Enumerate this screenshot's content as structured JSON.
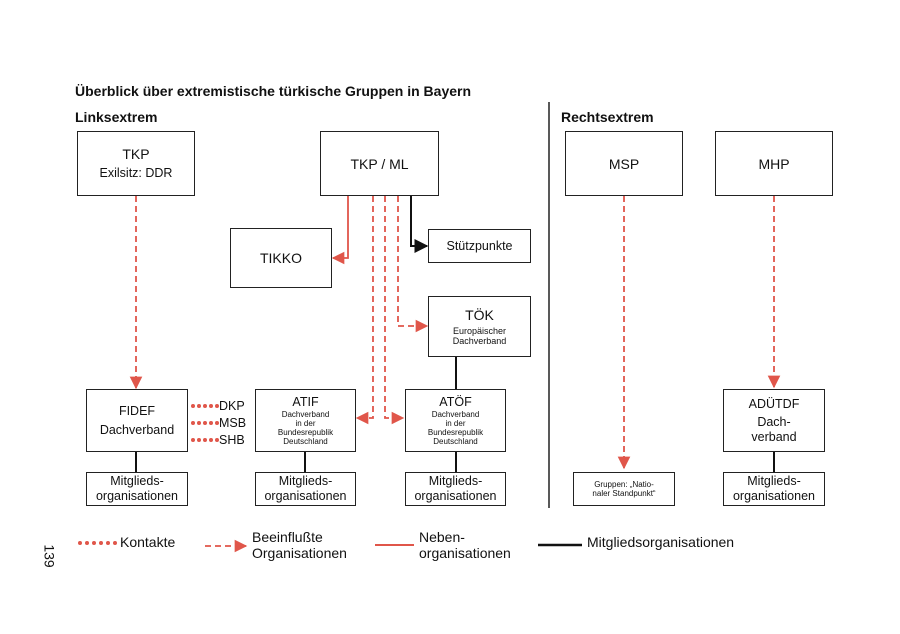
{
  "title": "Überblick über extremistische türkische Gruppen in Bayern",
  "page_number": "139",
  "sections": {
    "left": "Linksextrem",
    "right": "Rechtsextrem"
  },
  "nodes": {
    "tkp": {
      "label": "TKP",
      "sub": "Exilsitz: DDR"
    },
    "tkpml": {
      "label": "TKP / ML"
    },
    "tikko": {
      "label": "TIKKO"
    },
    "stuetz": {
      "label": "Stützpunkte"
    },
    "toek": {
      "label": "TÖK",
      "sub1": "Europäischer",
      "sub2": "Dachverband"
    },
    "fidef": {
      "label": "FIDEF",
      "sub": "Dachverband"
    },
    "atif": {
      "label": "ATIF",
      "sub1": "Dachverband",
      "sub2": "in der",
      "sub3": "Bundesrepublik",
      "sub4": "Deutschland"
    },
    "atoef": {
      "label": "ATÖF",
      "sub1": "Dachverband",
      "sub2": "in der",
      "sub3": "Bundesrepublik",
      "sub4": "Deutschland"
    },
    "msp": {
      "label": "MSP"
    },
    "mhp": {
      "label": "MHP"
    },
    "aduetdf": {
      "label": "ADÜTDF",
      "sub1": "Dach-",
      "sub2": "verband"
    },
    "gruppen": {
      "line1": "Gruppen: „Natio-",
      "line2": "naler Standpunkt“"
    },
    "mitglied1": {
      "line1": "Mitglieds-",
      "line2": "organisationen"
    },
    "mitglied2": {
      "line1": "Mitglieds-",
      "line2": "organisationen"
    },
    "mitglied3": {
      "line1": "Mitglieds-",
      "line2": "organisationen"
    },
    "mitglied4": {
      "line1": "Mitglieds-",
      "line2": "organisationen"
    }
  },
  "contacts": [
    "DKP",
    "MSB",
    "SHB"
  ],
  "legend": {
    "kontakte": "Kontakte",
    "beeinflusst1": "Beeinflußte",
    "beeinflusst2": "Organisationen",
    "neben1": "Neben-",
    "neben2": "organisationen",
    "mitglied": "Mitgliedsorganisationen"
  },
  "colors": {
    "accent": "#e0564a",
    "line": "#111111"
  }
}
